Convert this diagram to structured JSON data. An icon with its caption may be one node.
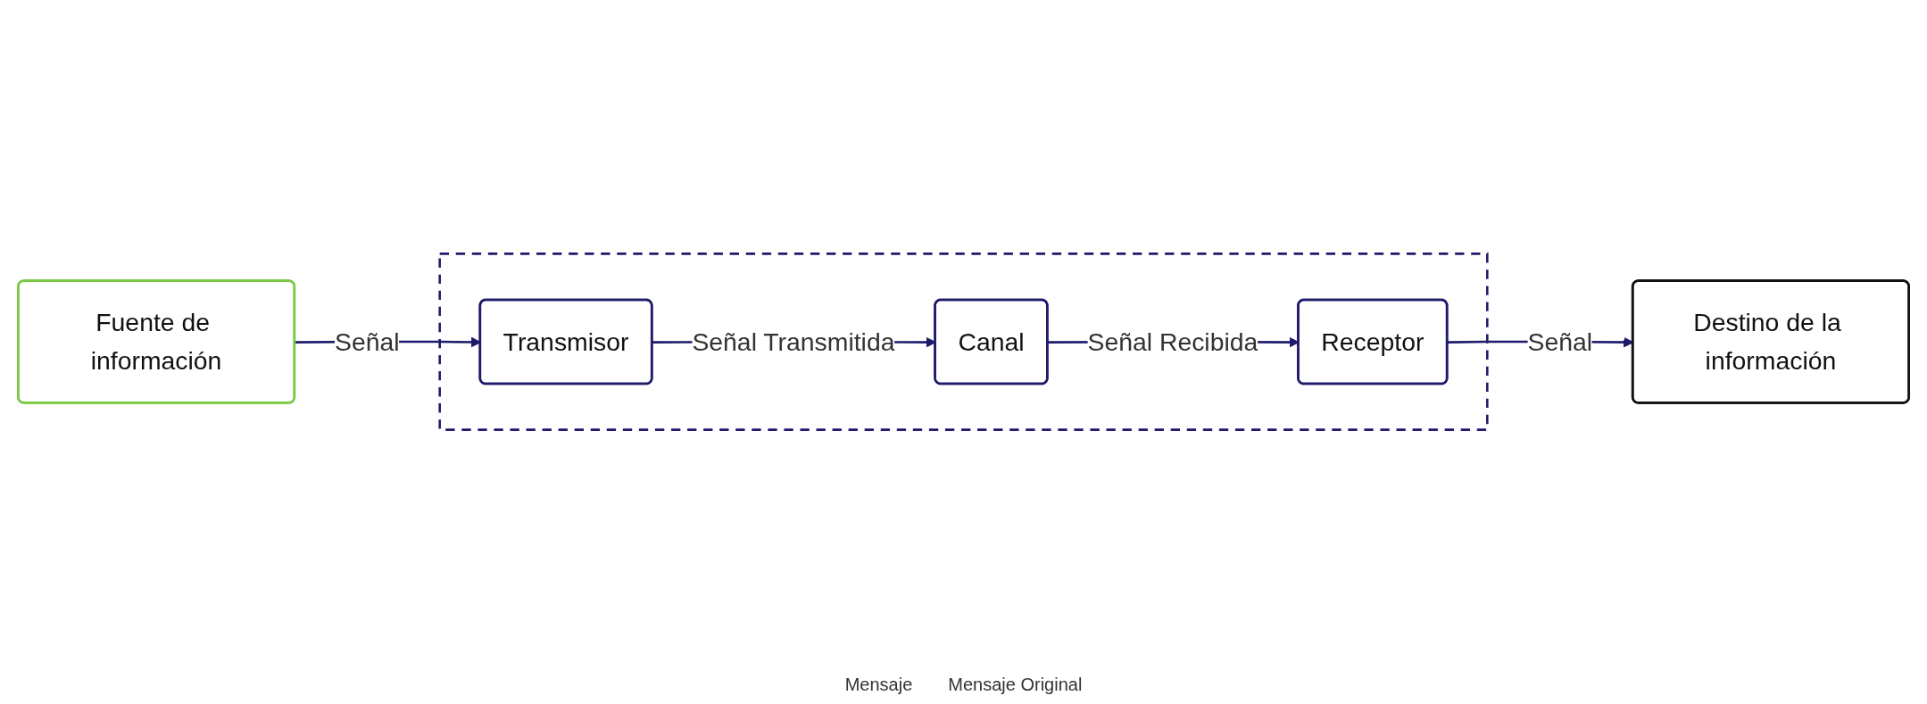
{
  "diagram": {
    "nodes": [
      {
        "text": [
          "Fuente de información"
        ]
      },
      {
        "text": [],
        "shape": "box"
      },
      {
        "text": [
          "Transmisor"
        ],
        "in": 1
      },
      {
        "text": [
          "Canal"
        ],
        "in": 1
      },
      {
        "text": [
          "Receptor"
        ],
        "in": 1
      },
      {
        "text": [
          "Destino de la información"
        ]
      }
    ],
    "edges": [
      {
        "from": 0,
        "to": 2,
        "arrow": "to",
        "label": "Señal"
      },
      {
        "from": 2,
        "to": 3,
        "arrow": "to",
        "label": "Señal Transmitida"
      },
      {
        "from": 3,
        "to": 4,
        "arrow": "to",
        "label": "Señal Recibida"
      },
      {
        "from": 4,
        "to": 5,
        "arrow": "to",
        "label": "Señal"
      }
    ],
    "labels": [
      "Mensaje",
      "Mensaje Original"
    ]
  }
}
